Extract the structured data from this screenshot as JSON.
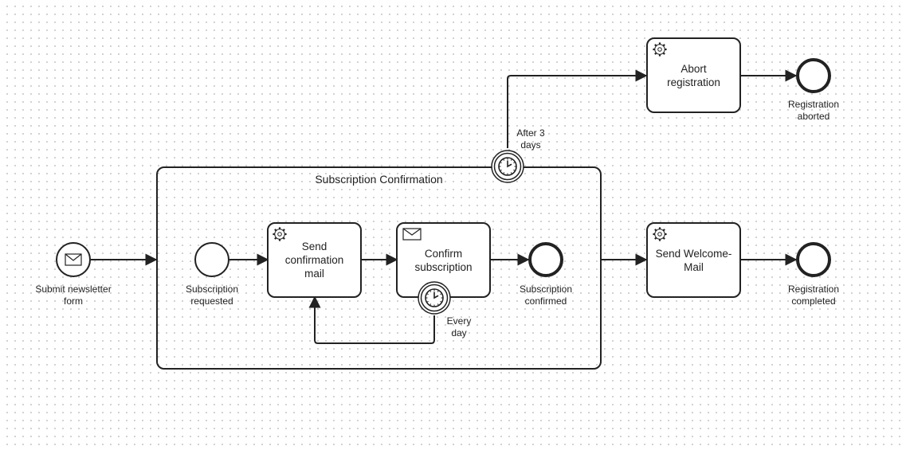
{
  "colors": {
    "stroke": "#222222",
    "fill": "#ffffff",
    "grid_dot": "#c9c9c9"
  },
  "subprocess": {
    "title": "Subscription Confirmation"
  },
  "events": {
    "start_message": {
      "label": "Submit newsletter\nform",
      "icon": "envelope-icon"
    },
    "sub_start": {
      "label": "Subscription\nrequested"
    },
    "sub_end": {
      "label": "Subscription\nconfirmed"
    },
    "end_aborted": {
      "label": "Registration\naborted"
    },
    "end_completed": {
      "label": "Registration\ncompleted"
    },
    "boundary_timer_3days": {
      "label": "After 3\ndays",
      "icon": "clock-icon"
    },
    "boundary_timer_daily": {
      "label": "Every\nday",
      "icon": "clock-icon"
    }
  },
  "tasks": {
    "send_confirmation": {
      "label": "Send\nconfirmation\nmail",
      "icon": "gear-icon"
    },
    "confirm_subscription": {
      "label": "Confirm\nsubscription",
      "icon": "envelope-icon"
    },
    "abort_registration": {
      "label": "Abort\nregistration",
      "icon": "gear-icon"
    },
    "send_welcome": {
      "label": "Send Welcome-\nMail",
      "icon": "gear-icon"
    }
  }
}
